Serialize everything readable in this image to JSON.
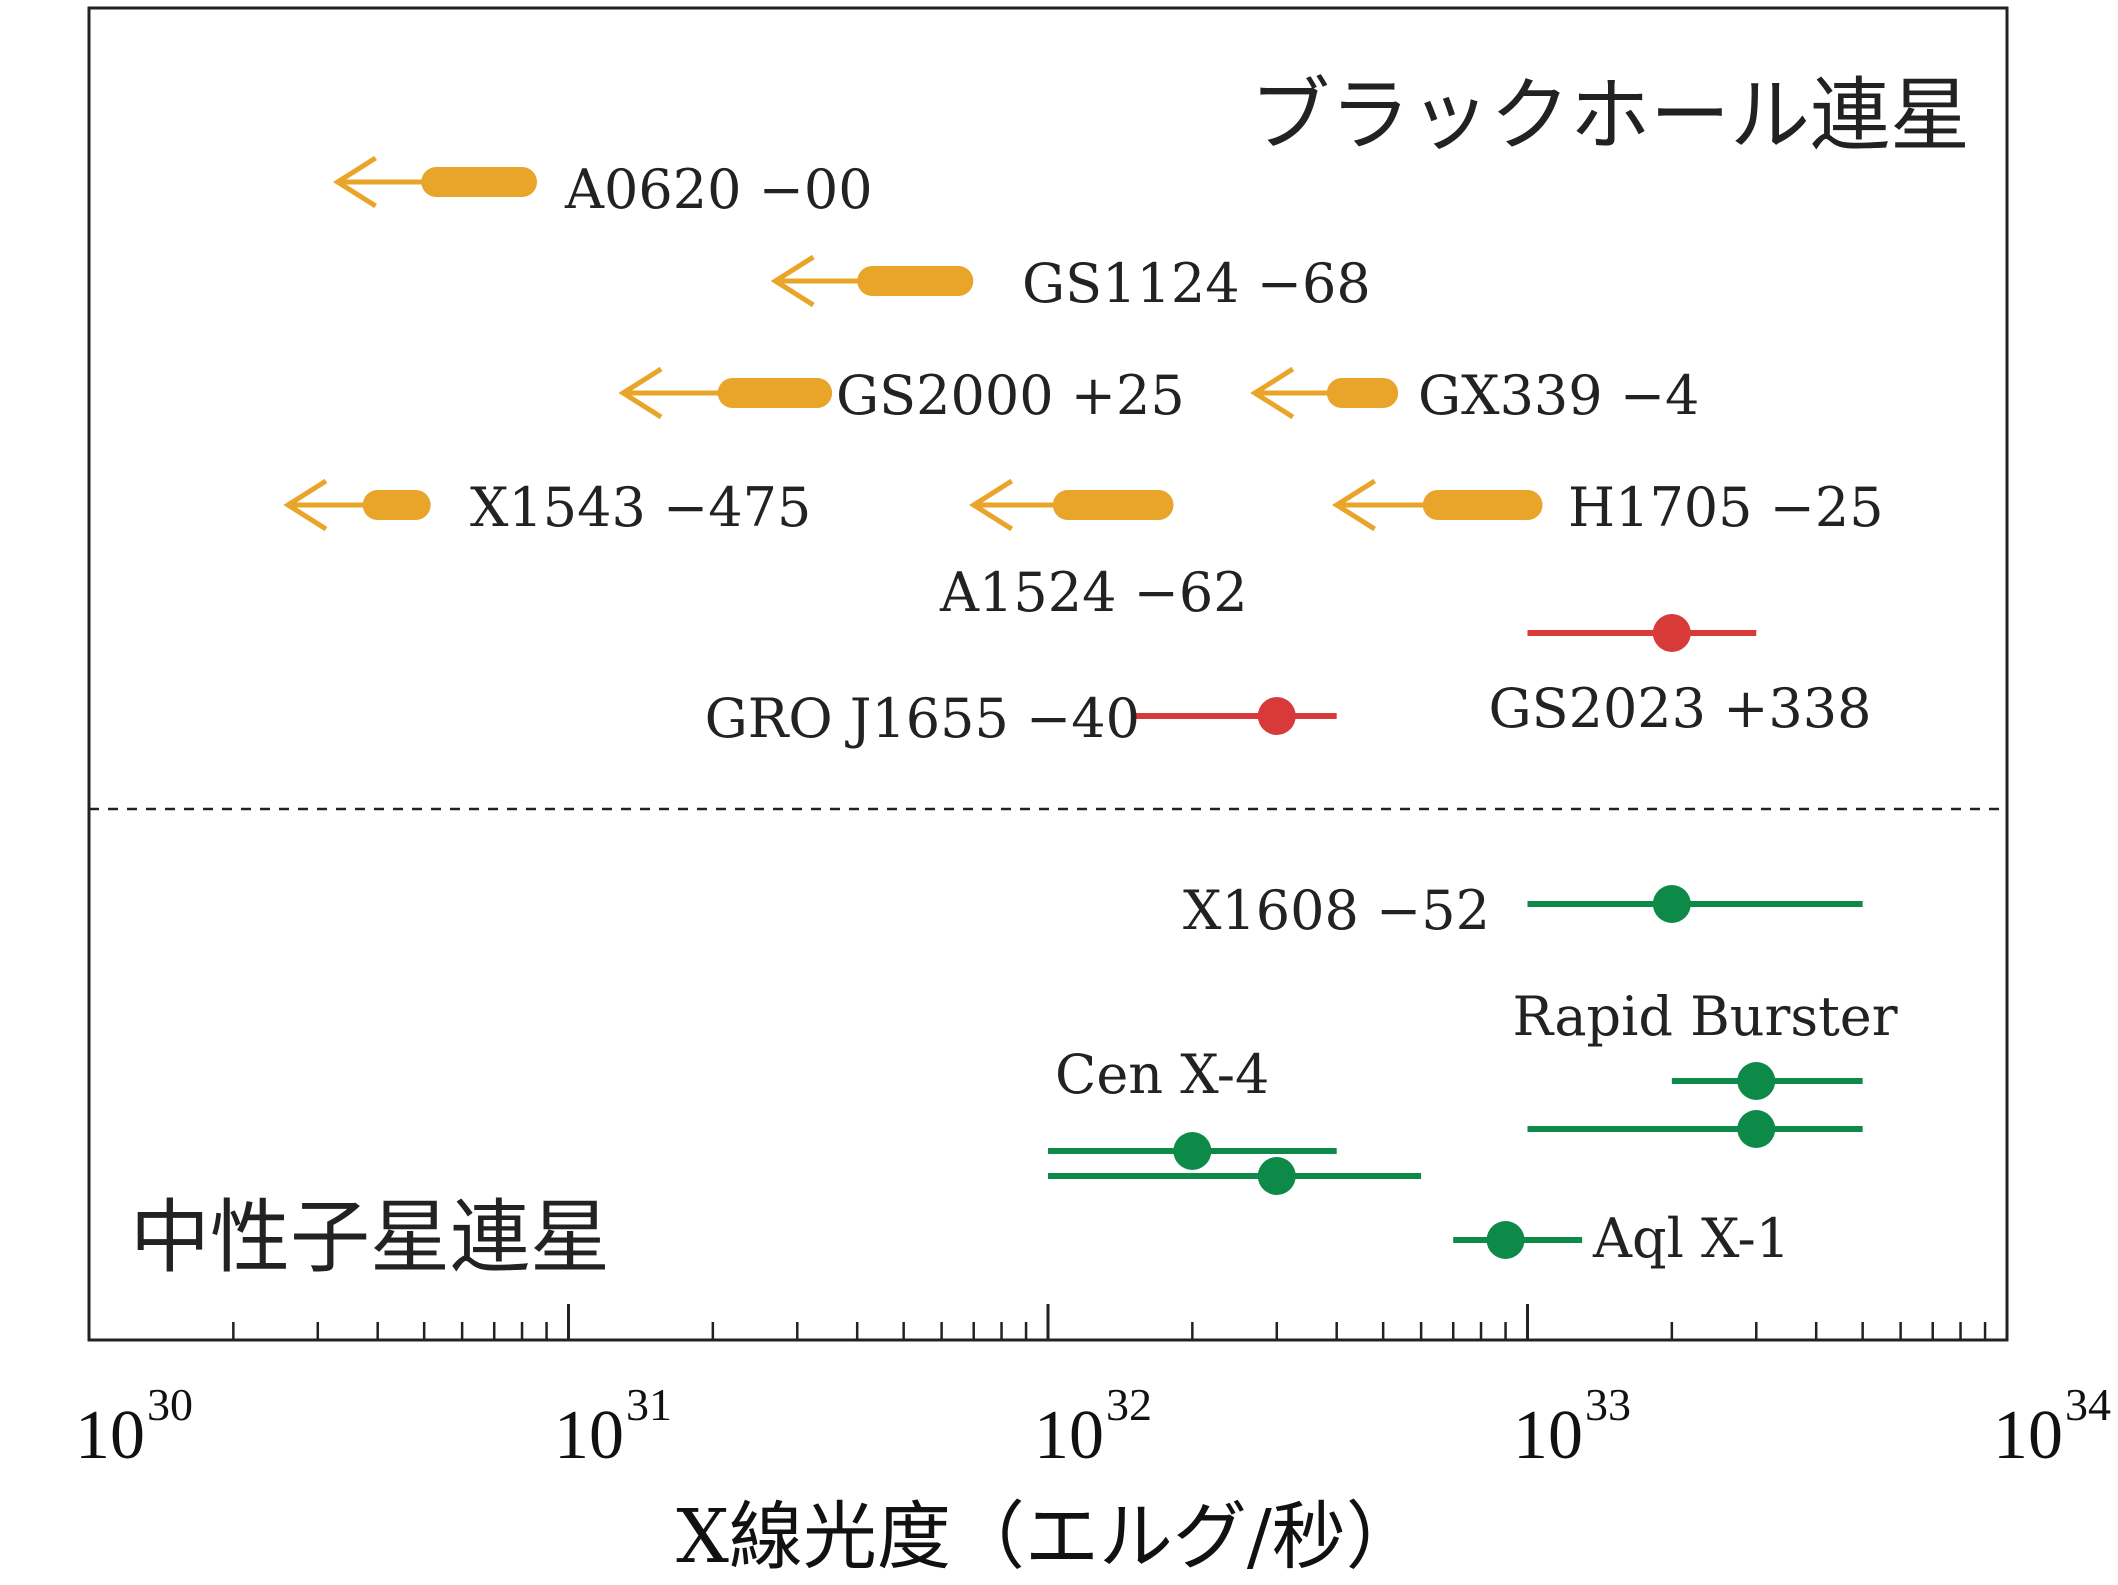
{
  "chart_data": {
    "type": "scatter",
    "title": "",
    "xlabel": "X線光度（エルグ/秒）",
    "ylabel": "",
    "xscale": "log",
    "xlim": [
      1e+30,
      1e+34
    ],
    "xticks": [
      {
        "base": "10",
        "exp": "30"
      },
      {
        "base": "10",
        "exp": "31"
      },
      {
        "base": "10",
        "exp": "32"
      },
      {
        "base": "10",
        "exp": "33"
      },
      {
        "base": "10",
        "exp": "34"
      }
    ],
    "divider": "dashed",
    "regions": [
      {
        "label": "ブラックホール連星",
        "placement": "top-right"
      },
      {
        "label": "中性子星連星",
        "placement": "bottom-left"
      }
    ],
    "colors": {
      "upper_limit": "#E9A52A",
      "bh_detection": "#D83A3A",
      "ns": "#0E8A48",
      "axis": "#222222"
    },
    "series": [
      {
        "kind": "upper_limit",
        "items": [
          {
            "name": "A0620 −00",
            "bar": [
              5.3e+30,
              8e+30
            ],
            "arrow_to": 3.3e+30
          },
          {
            "name": "GS1124 −68",
            "bar": [
              4.3e+31,
              6.5e+31
            ],
            "arrow_to": 2.7e+31
          },
          {
            "name": "GS2000 +25",
            "bar": [
              2.2e+31,
              3.3e+31
            ],
            "arrow_to": 1.3e+31
          },
          {
            "name": "GX339 −4",
            "bar": [
              4.1e+32,
              5e+32
            ],
            "arrow_to": 2.7e+32
          },
          {
            "name": "X1543 −475",
            "bar": [
              4e+30,
              4.8e+30
            ],
            "arrow_to": 2.6e+30
          },
          {
            "name": "A1524 −62",
            "bar": [
              1.1e+32,
              1.7e+32
            ],
            "arrow_to": 7e+31
          },
          {
            "name": "H1705 −25",
            "bar": [
              6.5e+32,
              1e+33
            ],
            "arrow_to": 4e+32
          }
        ]
      },
      {
        "kind": "bh_detection",
        "items": [
          {
            "name": "GS2023 +338",
            "value": 2e+33,
            "range": [
              1e+33,
              3e+33
            ]
          },
          {
            "name": "GRO J1655 −40",
            "value": 3e+32,
            "range": [
              1.5e+32,
              4e+32
            ]
          }
        ]
      },
      {
        "kind": "ns",
        "items": [
          {
            "name": "X1608 −52",
            "value": 2e+33,
            "range": [
              1e+33,
              5e+33
            ]
          },
          {
            "name": "Rapid Burster",
            "value": 3e+33,
            "range": [
              2e+33,
              5e+33
            ]
          },
          {
            "name": "",
            "value": 3e+33,
            "range": [
              1e+33,
              5e+33
            ]
          },
          {
            "name": "Cen X-4",
            "value": 2e+32,
            "range": [
              1e+32,
              4e+32
            ]
          },
          {
            "name": "",
            "value": 3e+32,
            "range": [
              1e+32,
              6e+32
            ]
          },
          {
            "name": "Aql X-1",
            "value": 9e+32,
            "range": [
              7e+32,
              1.3e+33
            ]
          }
        ]
      }
    ]
  }
}
